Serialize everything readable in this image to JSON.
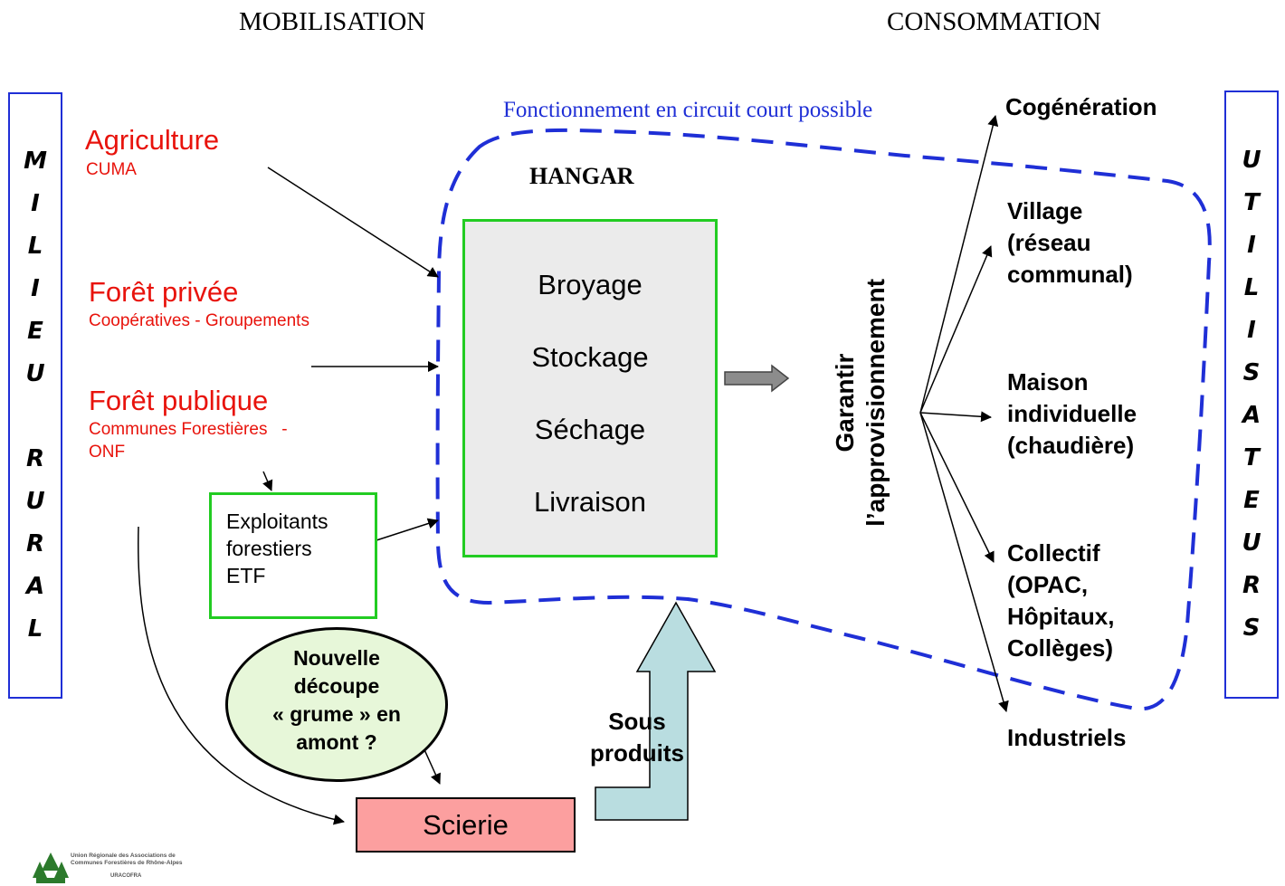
{
  "headers": {
    "left": "MOBILISATION",
    "right": "CONSOMMATION"
  },
  "left_vertical": [
    "M",
    "I",
    "L",
    "I",
    "E",
    "U",
    "",
    "R",
    "U",
    "R",
    "A",
    "L"
  ],
  "right_vertical": [
    "U",
    "T",
    "I",
    "L",
    "I",
    "S",
    "A",
    "T",
    "E",
    "U",
    "R",
    "S"
  ],
  "sources": [
    {
      "title": "Agriculture",
      "subtitle": "CUMA"
    },
    {
      "title": "Forêt privée",
      "subtitle": "Coopératives - Groupements"
    },
    {
      "title": "Forêt publique",
      "subtitle_line1": "Communes Forestières   -",
      "subtitle_line2": "ONF"
    }
  ],
  "exploitants": [
    "Exploitants",
    "forestiers",
    "ETF"
  ],
  "circuit_note": "Fonctionnement en circuit court possible",
  "hangar": {
    "title": "HANGAR",
    "steps": [
      "Broyage",
      "Stockage",
      "Séchage",
      "Livraison"
    ]
  },
  "guarantee": {
    "line1": "Garantir",
    "line2": "l’approvisionnement"
  },
  "targets": {
    "cogeneration": "Cogénération",
    "village": [
      "Village",
      "(réseau",
      "communal)"
    ],
    "maison": [
      "Maison",
      "individuelle",
      "(chaudière)"
    ],
    "collectif": [
      "Collectif",
      "(OPAC,",
      "Hôpitaux,",
      "Collèges)"
    ],
    "industriels": "Industriels"
  },
  "decoupe": [
    "Nouvelle",
    "découpe",
    "« grume » en",
    "amont ?"
  ],
  "sous_produits": [
    "Sous",
    "produits"
  ],
  "scierie": "Scierie",
  "logo": {
    "line1": "Union Régionale des Associations de",
    "line2": "Communes Forestières de Rhône-Alpes",
    "acronym": "URACOFRA"
  },
  "colors": {
    "blue_border": "#1f2fd6",
    "red_text": "#e8130c",
    "green_border": "#22cc22",
    "hangar_fill": "#ebebeb",
    "scierie_fill": "#fc9f9f",
    "ellipse_fill": "#e7f7d9",
    "big_arrow_fill": "#b9dde0",
    "gray_arrow": "#8c8c8c"
  }
}
